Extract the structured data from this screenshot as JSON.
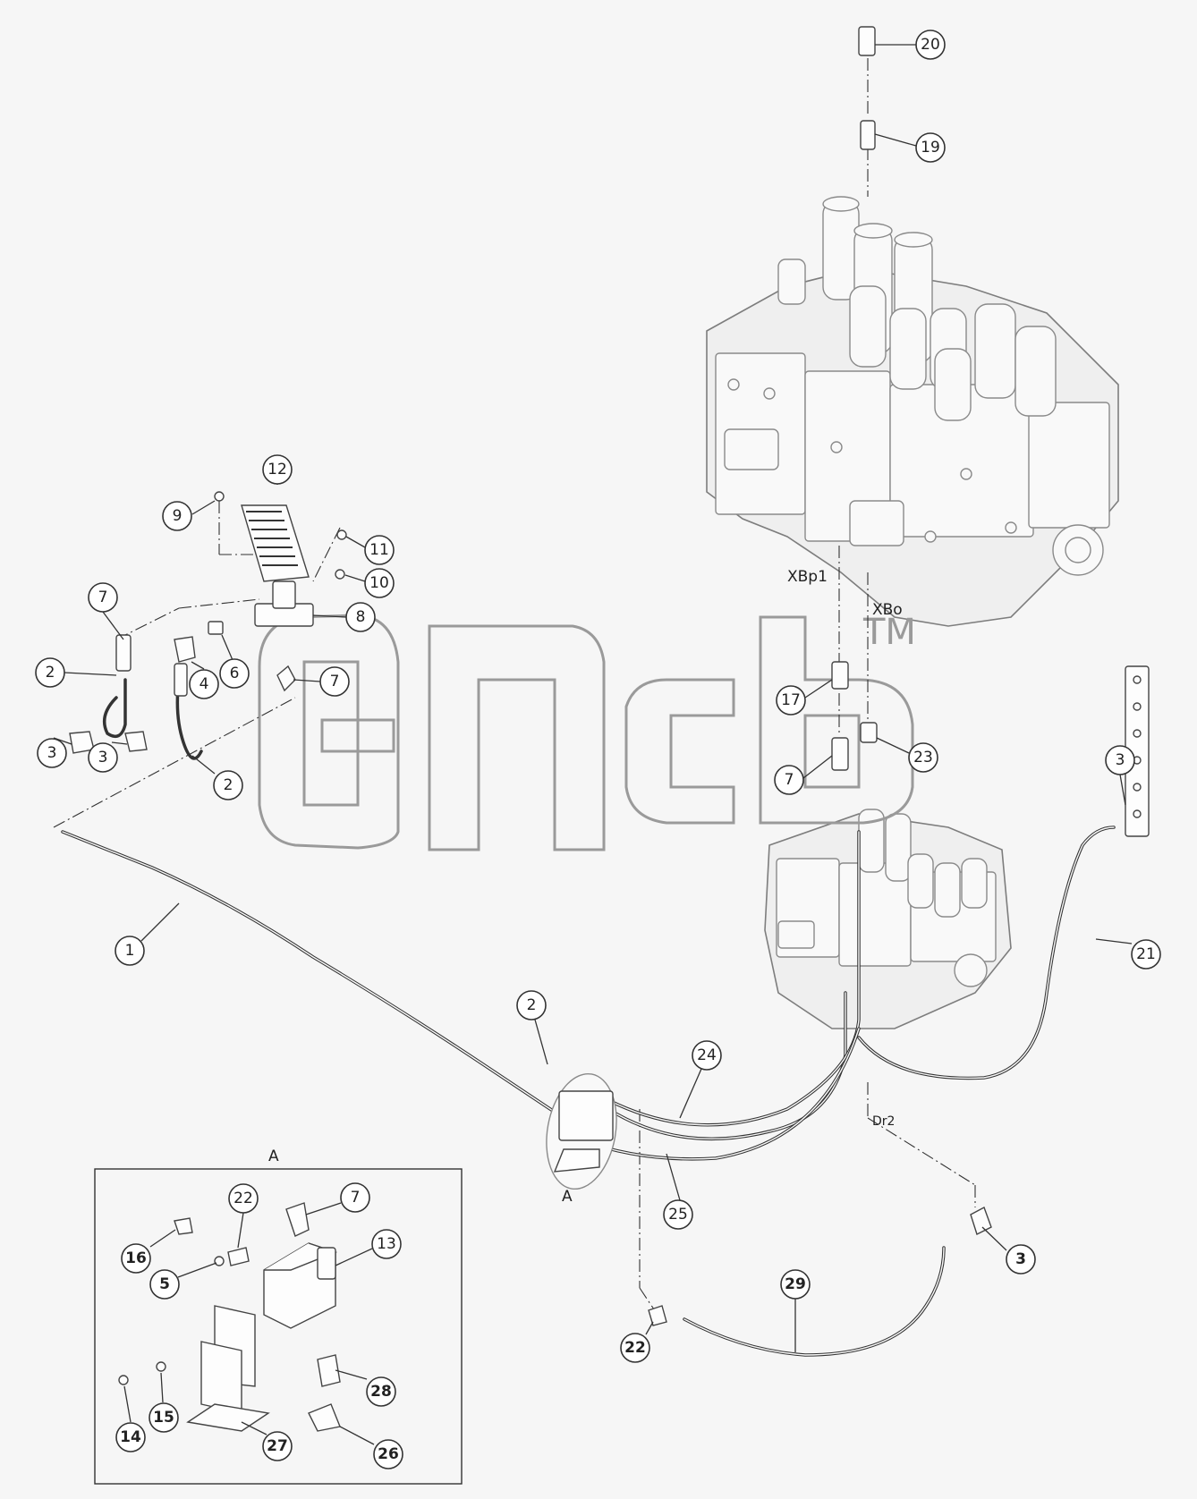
{
  "watermark": {
    "logo_text": "эпсь",
    "trademark": "TM"
  },
  "port_labels": {
    "xbp1": "XBp1",
    "xbo": "XBo",
    "dr2": "Dr2"
  },
  "detail": {
    "frame_title": "A",
    "ref_label": "A"
  },
  "callouts": {
    "c20": "20",
    "c19": "19",
    "c12": "12",
    "c9": "9",
    "c11": "11",
    "c10": "10",
    "c7a": "7",
    "c8": "8",
    "c2a": "2",
    "c4": "4",
    "c6": "6",
    "c7b": "7",
    "c3a": "3",
    "c3b": "3",
    "c2b": "2",
    "c17": "17",
    "c23": "23",
    "c7c": "7",
    "c3c": "3",
    "c21": "21",
    "c1": "1",
    "c2c": "2",
    "c24": "24",
    "c25": "25",
    "c3d": "3",
    "c29": "29",
    "c22a": "22",
    "c22b": "22",
    "c7d": "7",
    "c16": "16",
    "c13": "13",
    "c5": "5",
    "c28": "28",
    "c14": "14",
    "c15": "15",
    "c27": "27",
    "c26": "26"
  }
}
